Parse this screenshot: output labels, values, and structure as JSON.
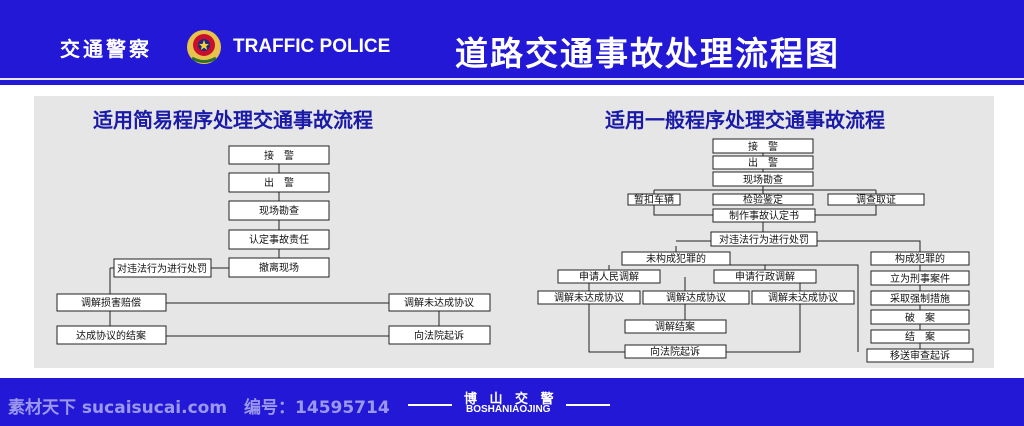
{
  "header": {
    "brand_cn": "交通警察",
    "brand_en": "TRAFFIC POLICE",
    "title": "道路交通事故处理流程图"
  },
  "left_flow": {
    "title": "适用简易程序处理交通事故流程",
    "nodes": {
      "n1": "接　警",
      "n2": "出　警",
      "n3": "现场勘查",
      "n4": "认定事故责任",
      "n5": "撤离现场",
      "n6": "对违法行为进行处罚",
      "n7": "调解损害赔偿",
      "n8": "调解未达成协议",
      "n9": "达成协议的结案",
      "n10": "向法院起诉"
    }
  },
  "right_flow": {
    "title": "适用一般程序处理交通事故流程",
    "nodes": {
      "r1": "接　警",
      "r2": "出　警",
      "r3": "现场勘查",
      "r4": "暂扣车辆",
      "r5": "检验鉴定",
      "r6": "调查取证",
      "r7": "制作事故认定书",
      "r8": "对违法行为进行处罚",
      "r9": "未构成犯罪的",
      "r10": "构成犯罪的",
      "r11": "申请人民调解",
      "r12": "申请行政调解",
      "r13": "立为刑事案件",
      "r14": "调解未达成协议",
      "r15": "调解达成协议",
      "r16": "调解未达成协议",
      "r17": "采取强制措施",
      "r18": "调解结案",
      "r19": "破　案",
      "r20": "结　案",
      "r21": "向法院起诉",
      "r22": "移送审查起诉"
    }
  },
  "footer": {
    "watermark": "素材天下 sucaisucai.com　编号：14595714",
    "org_cn": "博 山 交 警",
    "org_en": "BOSHANIAOJING"
  },
  "colors": {
    "brand_blue": "#2218d6",
    "title_blue": "#1a1aa8",
    "panel_gray": "#e6e6e6"
  }
}
